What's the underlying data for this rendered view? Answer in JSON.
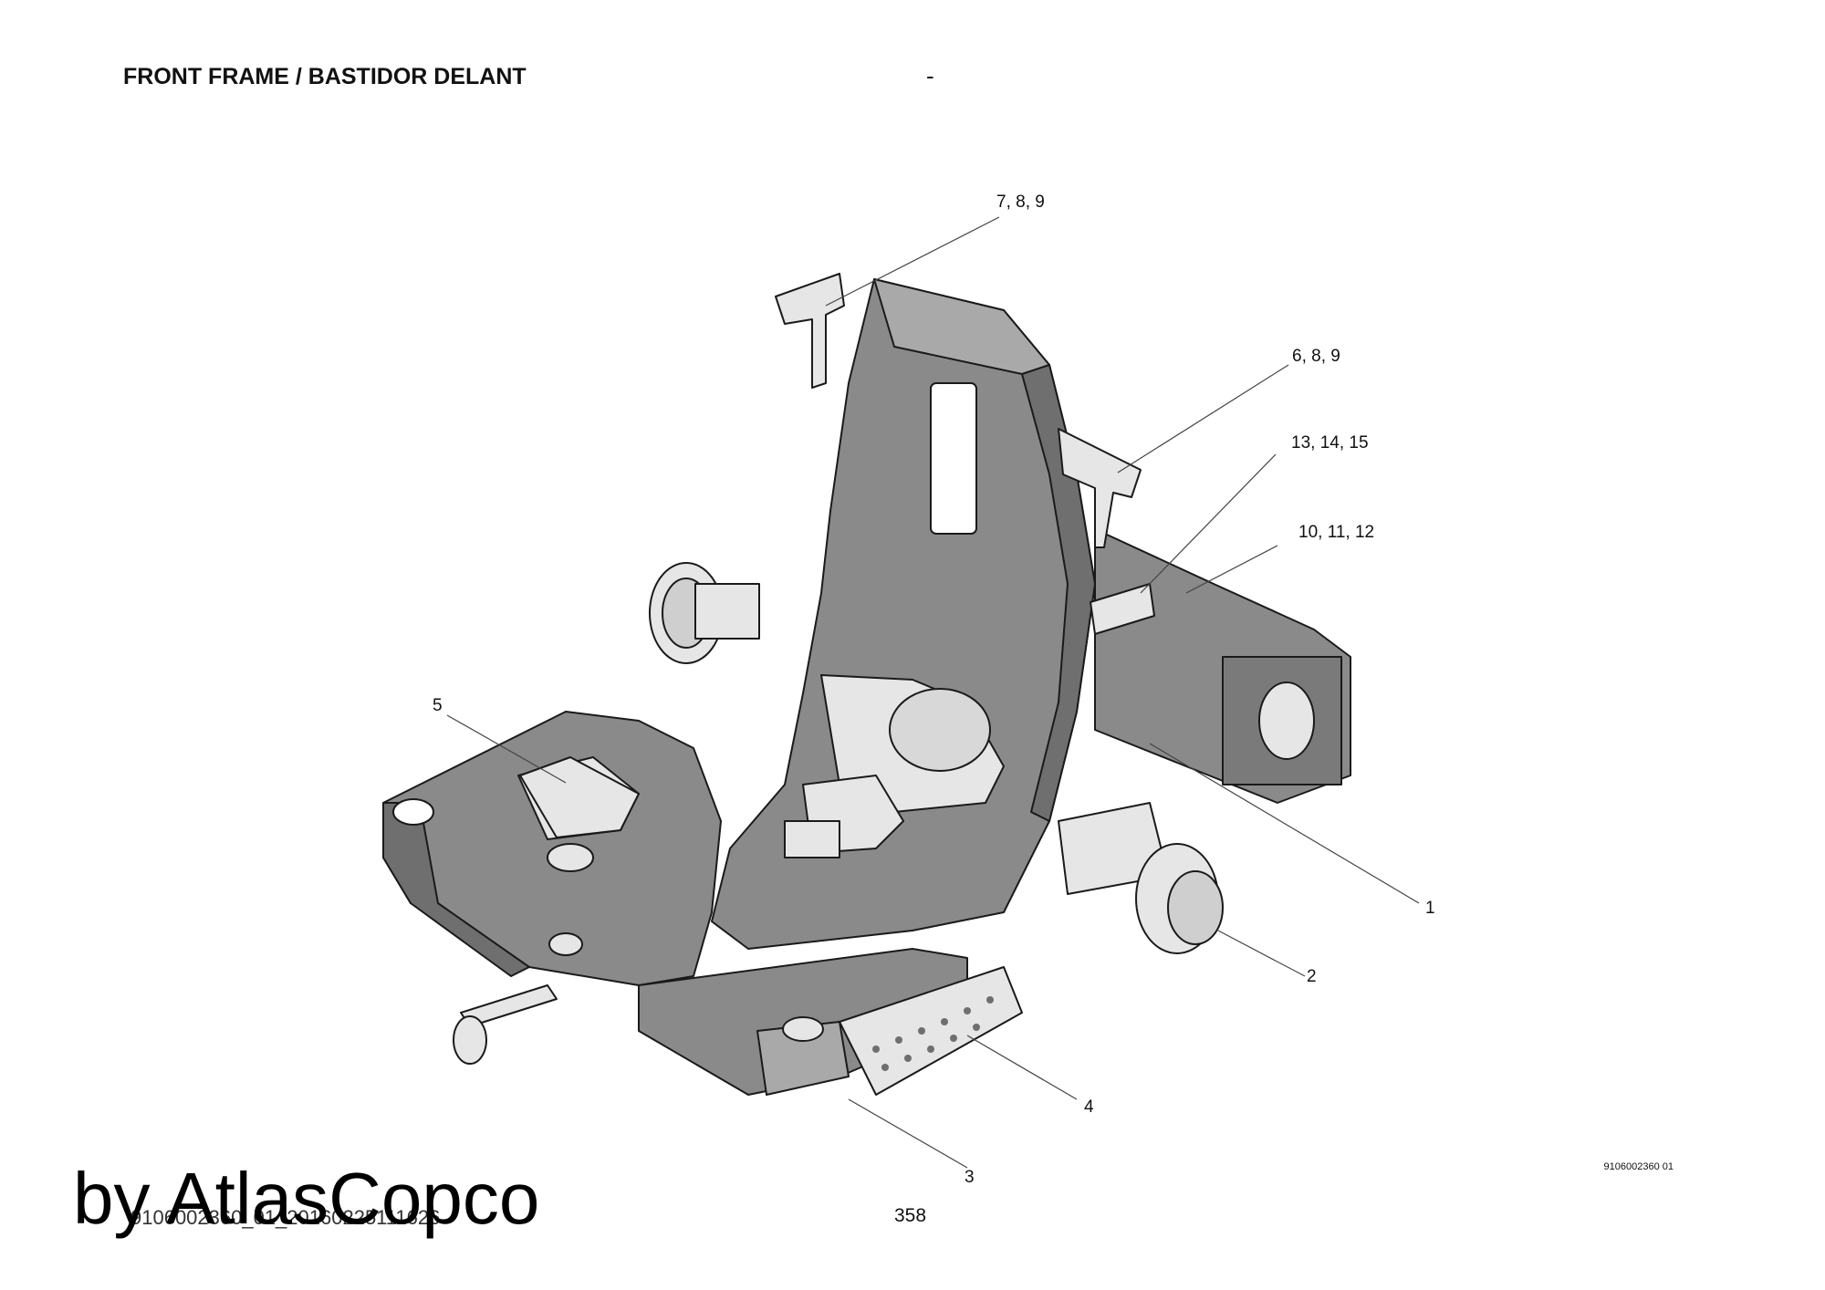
{
  "header": {
    "title": "FRONT FRAME / BASTIDOR DELANT",
    "separator": "-"
  },
  "callouts": [
    {
      "id": "c789",
      "label": "7, 8, 9"
    },
    {
      "id": "c689",
      "label": "6, 8, 9"
    },
    {
      "id": "c131415",
      "label": "13, 14, 15"
    },
    {
      "id": "c101112",
      "label": "10, 11, 12"
    },
    {
      "id": "c5",
      "label": "5"
    },
    {
      "id": "c1",
      "label": "1"
    },
    {
      "id": "c2",
      "label": "2"
    },
    {
      "id": "c4",
      "label": "4"
    },
    {
      "id": "c3",
      "label": "3"
    }
  ],
  "footer": {
    "drawing_id": "9106002360 01",
    "document_id": "9106002360_01_20160225111626",
    "page_number": "358",
    "watermark": "by AtlasCopco"
  },
  "colors": {
    "frame": "#8a8a8a",
    "frame_dark": "#6f6f6f",
    "frame_light": "#a9a9a9",
    "parts_light": "#e6e6e6",
    "outline": "#1a1a1a"
  }
}
